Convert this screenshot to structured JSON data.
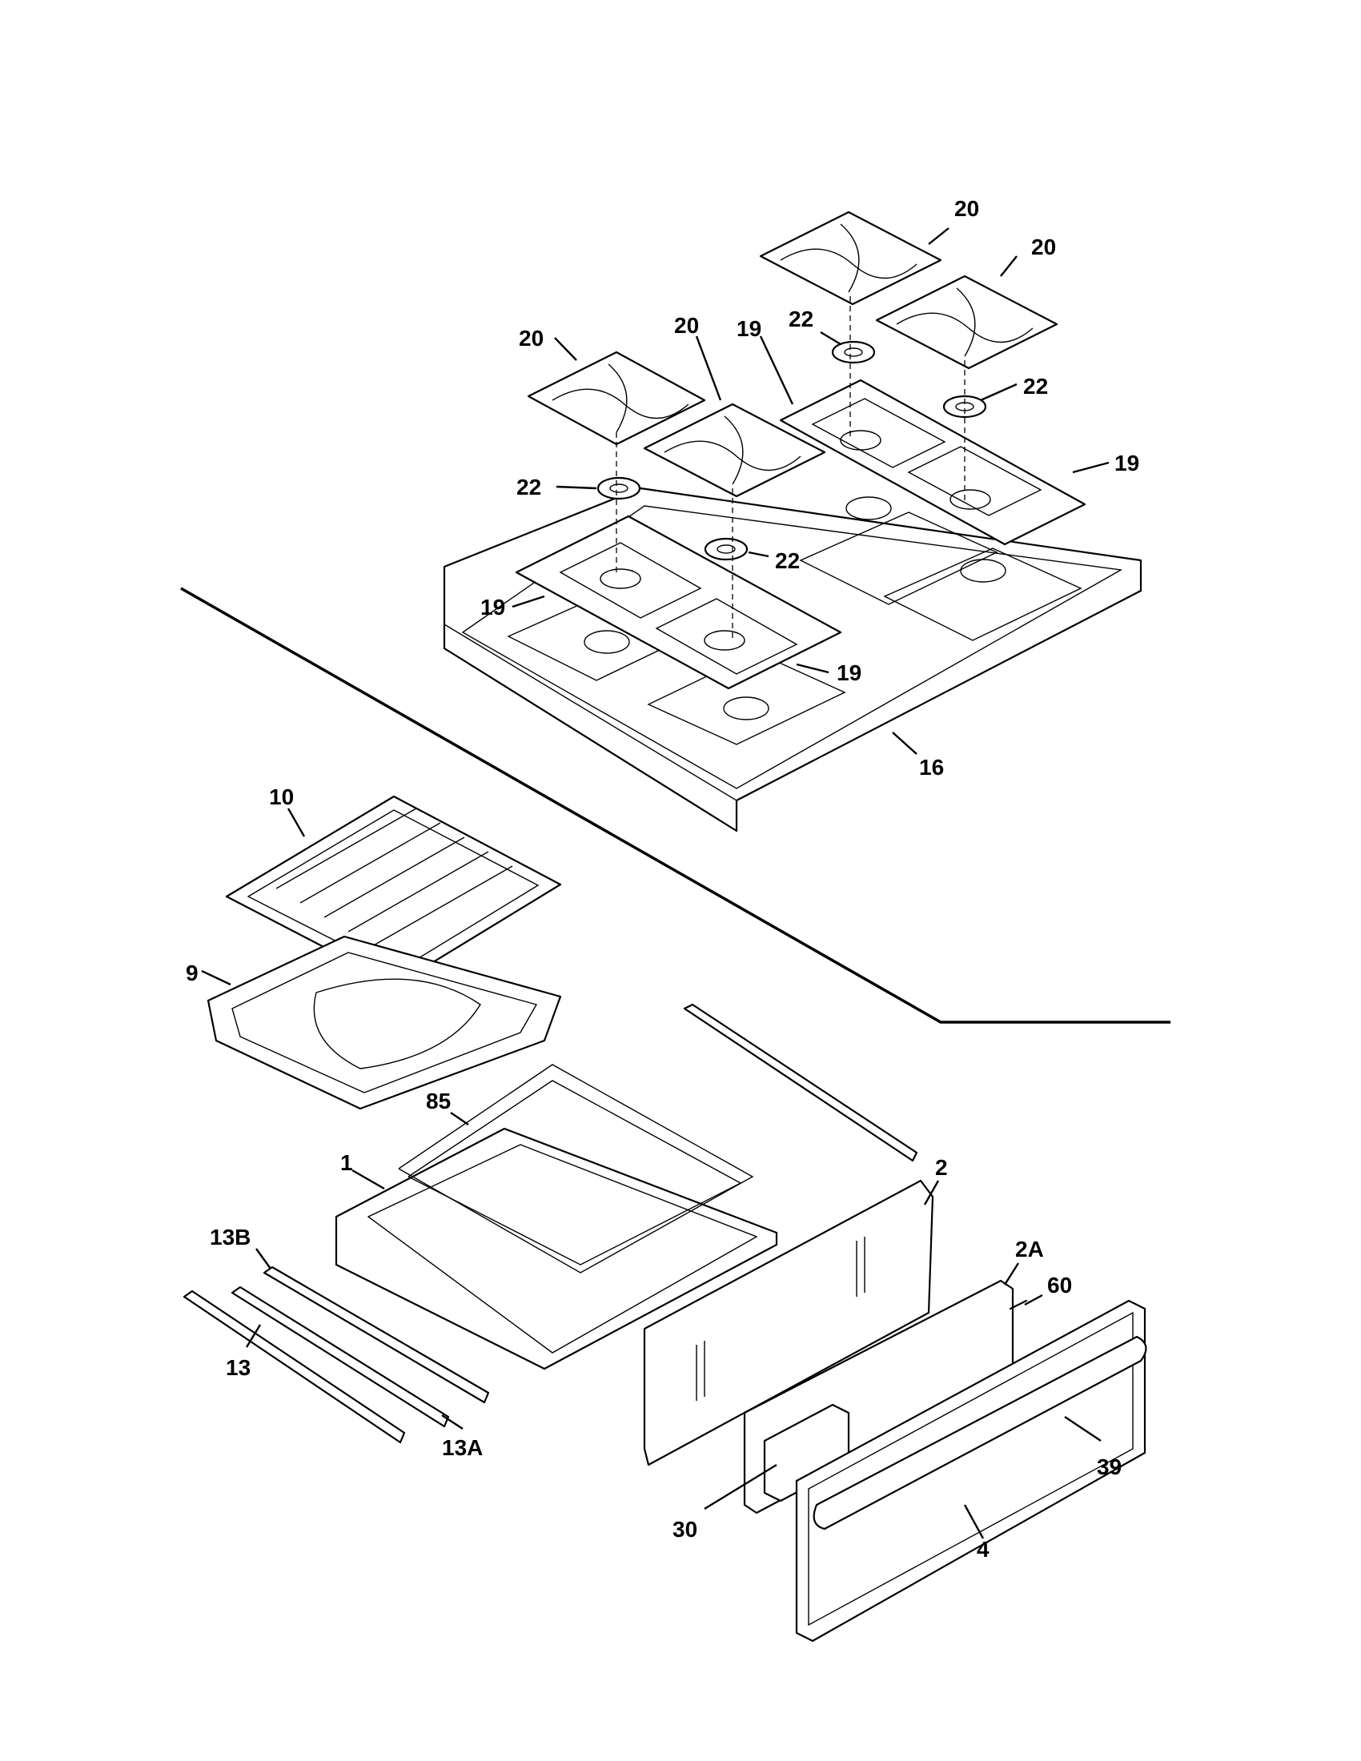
{
  "callouts": {
    "c20_top": "20",
    "c20_a": "20",
    "c20_b": "20",
    "c20_c": "20",
    "c19_a": "19",
    "c19_b": "19",
    "c19_c": "19",
    "c19_d": "19",
    "c22_a": "22",
    "c22_b": "22",
    "c22_c": "22",
    "c22_d": "22",
    "c16": "16",
    "c10": "10",
    "c9": "9",
    "c85": "85",
    "c1": "1",
    "c2": "2",
    "c2A": "2A",
    "c60": "60",
    "c13B": "13B",
    "c13": "13",
    "c13A": "13A",
    "c39": "39",
    "c30": "30",
    "c4": "4"
  }
}
